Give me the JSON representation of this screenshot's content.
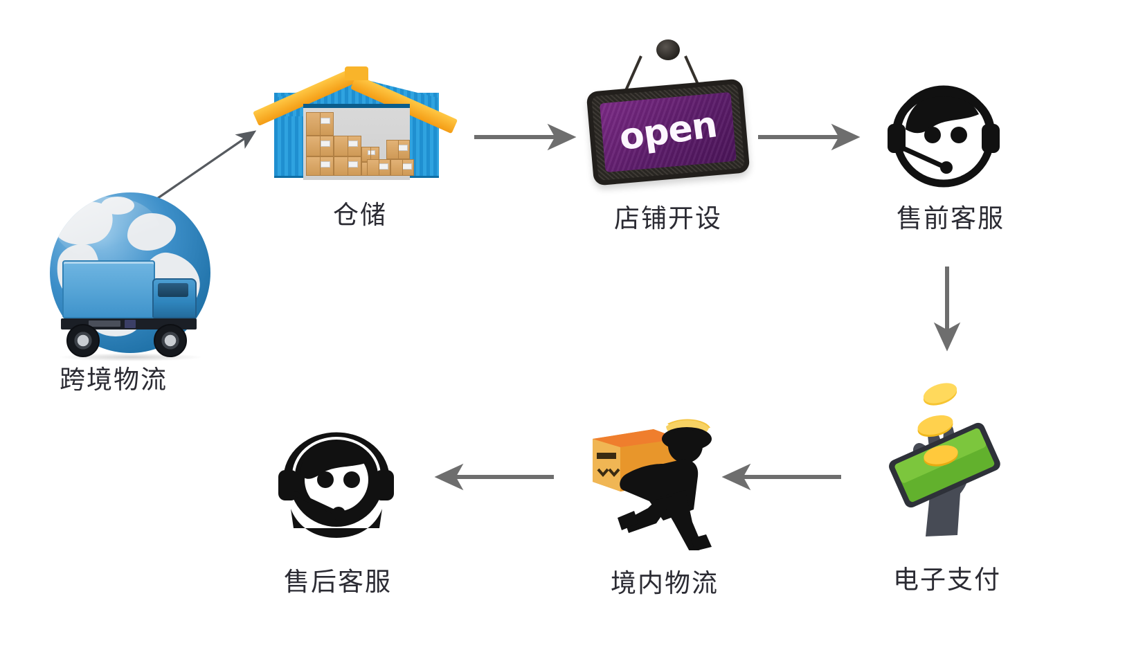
{
  "diagram": {
    "title": "",
    "type": "process-flow",
    "background_color": "#ffffff",
    "arrow_color": "#6e6e6e",
    "label_color": "#2b2b33",
    "nodes": [
      {
        "id": "cross-border-logistics",
        "label": "跨境物流",
        "icon": "globe-truck-icon",
        "row": 1,
        "order": 1
      },
      {
        "id": "warehousing",
        "label": "仓储",
        "icon": "warehouse-icon",
        "row": 1,
        "order": 2
      },
      {
        "id": "store-setup",
        "label": "店铺开设",
        "icon": "open-sign-icon",
        "row": 1,
        "order": 3
      },
      {
        "id": "presales-support",
        "label": "售前客服",
        "icon": "headset-agent-icon",
        "row": 1,
        "order": 4
      },
      {
        "id": "electronic-payment",
        "label": "电子支付",
        "icon": "mobile-payment-icon",
        "row": 2,
        "order": 4
      },
      {
        "id": "domestic-logistics",
        "label": "境内物流",
        "icon": "courier-box-icon",
        "row": 2,
        "order": 3
      },
      {
        "id": "aftersales-support",
        "label": "售后客服",
        "icon": "headset-agent-icon",
        "row": 2,
        "order": 2
      }
    ],
    "connectors": [
      {
        "id": "c1",
        "from": "cross-border-logistics",
        "to": "warehousing",
        "direction": "up-right",
        "style": "thin"
      },
      {
        "id": "c2",
        "from": "warehousing",
        "to": "store-setup",
        "direction": "right",
        "style": "thick"
      },
      {
        "id": "c3",
        "from": "store-setup",
        "to": "presales-support",
        "direction": "right",
        "style": "thick"
      },
      {
        "id": "c4",
        "from": "presales-support",
        "to": "electronic-payment",
        "direction": "down",
        "style": "thick"
      },
      {
        "id": "c5",
        "from": "electronic-payment",
        "to": "domestic-logistics",
        "direction": "left",
        "style": "thick"
      },
      {
        "id": "c6",
        "from": "domestic-logistics",
        "to": "aftersales-support",
        "direction": "left",
        "style": "thick"
      }
    ],
    "sign": {
      "text": "open",
      "board_color": "#5c1c6a",
      "frame_color": "#221f1c"
    }
  }
}
